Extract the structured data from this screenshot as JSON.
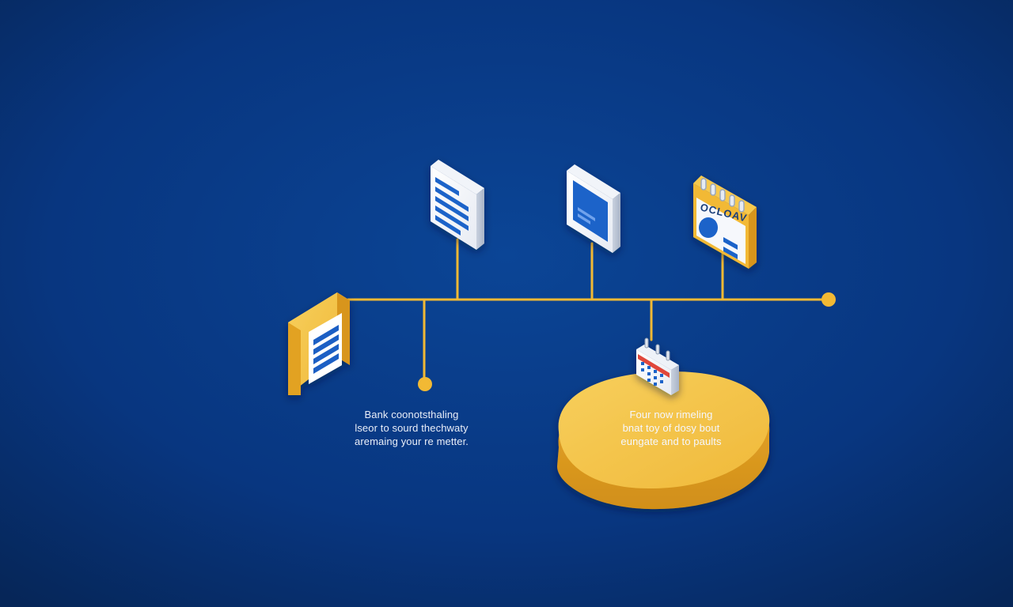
{
  "colors": {
    "background_center": "#0a4191",
    "background_edge": "#07295c",
    "accent_gold": "#f2b934",
    "accent_gold_dark": "#d99a1f",
    "card_white": "#f4f6fa",
    "doc_blue": "#1f63c9",
    "caption_left_color": "#e9eef8",
    "caption_right_color": "#f4f7ff"
  },
  "icons": {
    "top_left": "document-lines-icon",
    "top_middle": "document-book-icon",
    "top_right": "calendar-card-icon",
    "left_node": "data-server-icon",
    "platform_icon": "calendar-grid-icon"
  },
  "calendar_card": {
    "label": "OCLOAV"
  },
  "captions": {
    "left": [
      "Bank coonotsthaling",
      "lseor to sourd thechwaty",
      "aremaing your re metter."
    ],
    "right": [
      "Four now rimeling",
      "bnat toy of dosy bout",
      "eungate and to paults"
    ]
  }
}
